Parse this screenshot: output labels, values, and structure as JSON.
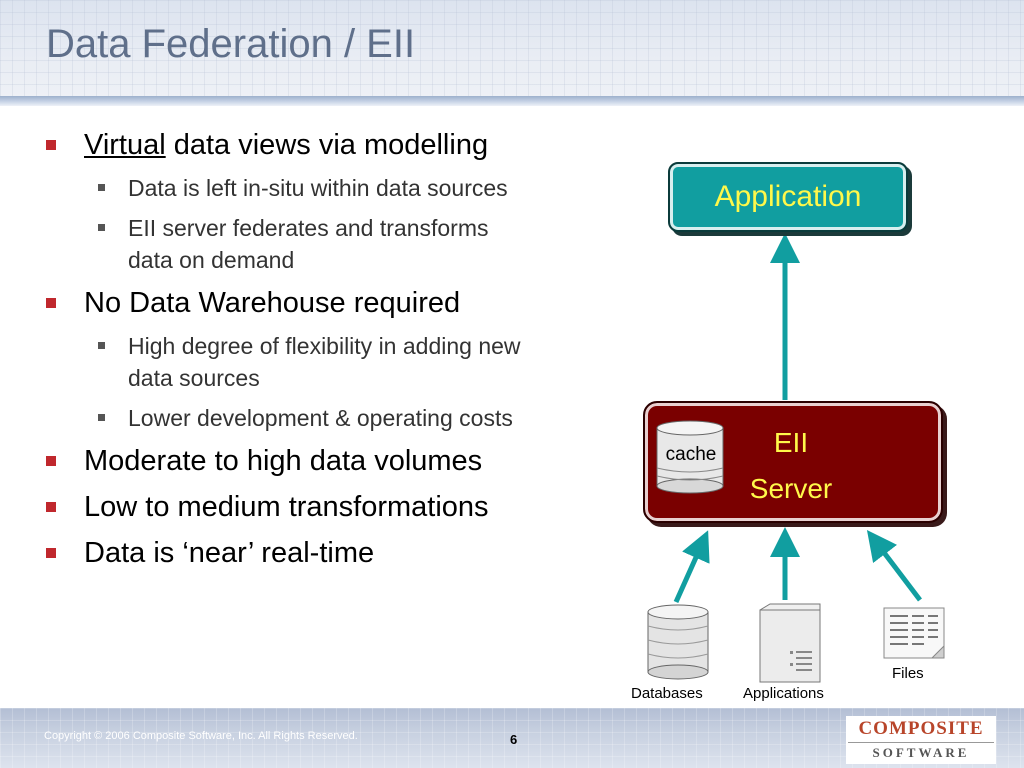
{
  "slide": {
    "title": "Data Federation / EII",
    "bullets": [
      {
        "underlined": "Virtual",
        "text": " data views via modelling",
        "sub": [
          "Data is left in-situ within data sources",
          "EII server federates and transforms data on demand"
        ]
      },
      {
        "text": "No Data Warehouse required",
        "sub": [
          "High degree of flexibility in adding new data sources",
          "Lower development & operating costs"
        ]
      },
      {
        "text": "Moderate to high data volumes",
        "sub": []
      },
      {
        "text": "Low to medium transformations",
        "sub": []
      },
      {
        "text": "Data is ‘near’ real-time",
        "sub": []
      }
    ]
  },
  "diagram": {
    "application_label": "Application",
    "eii_line1": "EII",
    "eii_line2": "Server",
    "cache_label": "cache",
    "sources": {
      "databases": "Databases",
      "applications": "Applications",
      "files": "Files"
    },
    "colors": {
      "arrow": "#119ea0",
      "application_box": "#119ea0",
      "eii_box": "#7a0000",
      "label_text": "#fff84a"
    }
  },
  "footer": {
    "copyright": "Copyright © 2006  Composite Software, Inc.  All Rights Reserved.",
    "page_number": "6",
    "logo_top": "COMPOSITE",
    "logo_bottom": "SOFTWARE"
  }
}
